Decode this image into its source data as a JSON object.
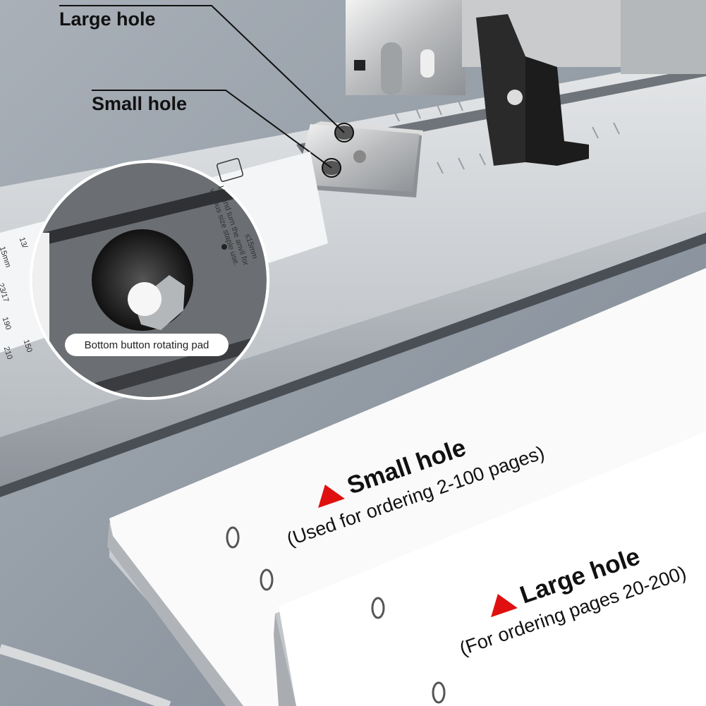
{
  "labels": {
    "large_hole_top": "Large hole",
    "small_hole_top": "Small hole"
  },
  "callout": {
    "badge": "Bottom button rotating pad"
  },
  "paper_small": {
    "title": "Small hole",
    "subtitle": "(Used for ordering 2-100 pages)"
  },
  "paper_large": {
    "title": "Large hole",
    "subtitle": "(For ordering pages 20-200)"
  },
  "sticker": {
    "instruction_1": "Lift and turn the anvil for",
    "instruction_2": "various size staple use.",
    "size_note": "≤15mm",
    "table_values": [
      "23/17",
      "190",
      "210",
      "150",
      "13/",
      "15mm"
    ]
  },
  "colors": {
    "arrow_red": "#e01010",
    "stapler_metal": "#b9bcc0",
    "background": "#8d97a1"
  }
}
